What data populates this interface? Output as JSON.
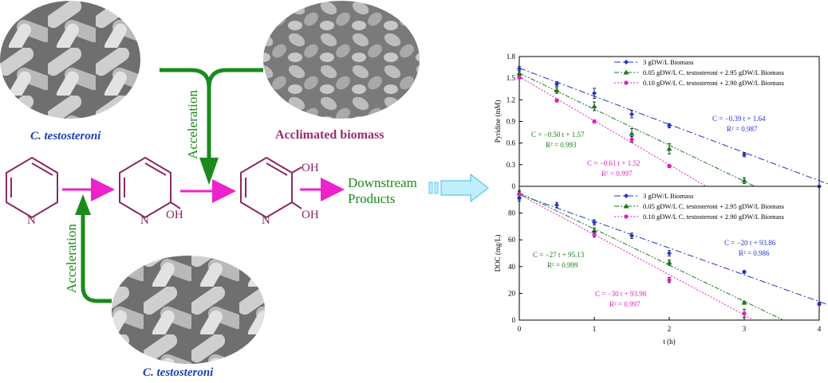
{
  "scheme": {
    "organism_top_label": "C. testosteroni",
    "biomass_label": "Acclimated biomass",
    "organism_bottom_label": "C. testosteroni",
    "acceleration_top": "Acceleration",
    "acceleration_bottom": "Acceleration",
    "downstream_line1": "Downstream",
    "downstream_line2": "Products",
    "atom_n": "N",
    "group_oh": "OH",
    "colors": {
      "structure": "#8b2a62",
      "arrow_magenta": "#ee22cc",
      "arrow_green": "#1a8a1a",
      "label_blue": "#1a3fb5",
      "label_biomass": "#9b2d6c"
    }
  },
  "chart_data": [
    {
      "type": "line",
      "ylabel": "Pyridine (mM)",
      "xlabel": "",
      "ylim": [
        0,
        1.8
      ],
      "xlim": [
        0,
        4
      ],
      "yticks": [
        "0",
        "0.3",
        "0.6",
        "0.9",
        "1.2",
        "1.5",
        "1.8"
      ],
      "series": [
        {
          "name": "3 gDW/L Biomass",
          "color": "#2233cc",
          "marker": "diamond",
          "x": [
            0,
            0.5,
            1,
            1.5,
            2,
            3,
            4
          ],
          "y": [
            1.63,
            1.42,
            1.29,
            1.0,
            0.84,
            0.44,
            0.0
          ],
          "err": [
            0.03,
            0.03,
            0.07,
            0.05,
            0.03,
            0.03,
            0.01
          ],
          "fit": [
            0,
            1.64,
            4.2,
            0.0
          ],
          "eq": "C   = −0.39 t + 1.64",
          "r2": "R² = 0.987",
          "eq_color": "#2233cc"
        },
        {
          "name": "0.05 gDW/L C. testosteroni + 2.95 gDW/L Biomass",
          "color": "#1a7a1a",
          "marker": "triangle",
          "x": [
            0,
            0.5,
            1,
            1.5,
            2,
            3
          ],
          "y": [
            1.57,
            1.33,
            1.11,
            0.73,
            0.52,
            0.08
          ],
          "err": [
            0.03,
            0.04,
            0.06,
            0.07,
            0.07,
            0.04
          ],
          "fit": [
            0,
            1.57,
            3.14,
            0.0
          ],
          "eq": "C   = −0.50 t + 1.57",
          "r2": "R² = 0.993",
          "eq_color": "#1a7a1a"
        },
        {
          "name": "0.10 gDW/L C. testosteroni + 2.90 gDW/L Biomass",
          "color": "#e020c0",
          "marker": "circle",
          "x": [
            0,
            0.5,
            1,
            1.5,
            2
          ],
          "y": [
            1.51,
            1.19,
            0.9,
            0.65,
            0.28
          ],
          "err": [
            0.02,
            0.02,
            0.02,
            0.04,
            0.02
          ],
          "fit": [
            0,
            1.52,
            2.49,
            0.0
          ],
          "eq": "C   = −0.61 t + 1.52",
          "r2": "R² = 0.997",
          "eq_color": "#e020c0"
        }
      ]
    },
    {
      "type": "line",
      "ylabel": "DOC (mg/L)",
      "xlabel": "t (h)",
      "ylim": [
        0,
        100
      ],
      "xlim": [
        0,
        4
      ],
      "yticks": [
        "0",
        "20",
        "40",
        "60",
        "80"
      ],
      "xticks": [
        "0",
        "1",
        "2",
        "3",
        "4"
      ],
      "series": [
        {
          "name": "3 gDW/L Biomass",
          "color": "#2233cc",
          "marker": "diamond",
          "x": [
            0,
            0.5,
            1,
            1.5,
            2,
            3,
            4
          ],
          "y": [
            91,
            86,
            73,
            63,
            50,
            36,
            12
          ],
          "err": [
            2,
            2,
            2,
            2,
            2,
            1,
            1
          ],
          "fit": [
            0,
            93.86,
            4.2,
            9.86
          ],
          "eq": "C   = −20 t + 93.86",
          "r2": "R² = 0.986",
          "eq_color": "#2233cc"
        },
        {
          "name": "0.05 gDW/L C. testosteroni + 2.95 gDW/L Biomass",
          "color": "#1a7a1a",
          "marker": "triangle",
          "x": [
            0,
            1,
            2,
            3
          ],
          "y": [
            95,
            67,
            43,
            13
          ],
          "err": [
            2,
            2,
            2,
            1
          ],
          "fit": [
            0,
            95.13,
            3.52,
            0.0
          ],
          "eq": "C   = −27 t + 95.13",
          "r2": "R² = 0.999",
          "eq_color": "#1a7a1a"
        },
        {
          "name": "0.10 gDW/L C. testosteroni + 2.90 gDW/L Biomass",
          "color": "#e020c0",
          "marker": "circle",
          "x": [
            0,
            1,
            2,
            3
          ],
          "y": [
            94,
            64,
            30,
            5
          ],
          "err": [
            2,
            2,
            2,
            3
          ],
          "fit": [
            0,
            93.98,
            3.13,
            0.0
          ],
          "eq": "C   = −30 t + 93.98",
          "r2": "R² = 0.997",
          "eq_color": "#e020c0"
        }
      ]
    }
  ]
}
